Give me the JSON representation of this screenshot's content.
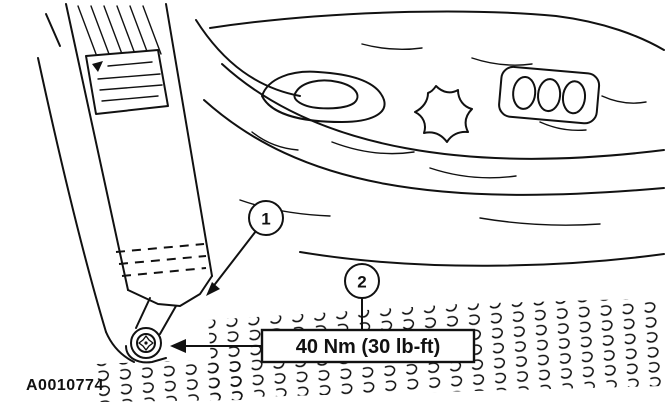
{
  "callouts": {
    "one": "1",
    "two": "2"
  },
  "torque_box": {
    "label": "40 Nm (30 lb-ft)"
  },
  "figure_id": "A0010774",
  "colors": {
    "line": "#111111",
    "background": "#ffffff"
  }
}
